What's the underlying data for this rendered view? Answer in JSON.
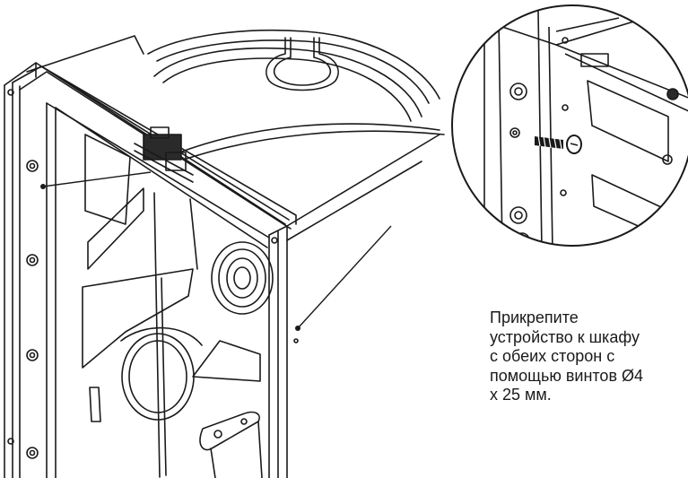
{
  "instruction": {
    "lines": [
      "Прикрепите",
      "устройство к шкафу",
      "с обеих сторон с",
      "помощью винтов Ø4",
      "х 25 мм."
    ]
  }
}
